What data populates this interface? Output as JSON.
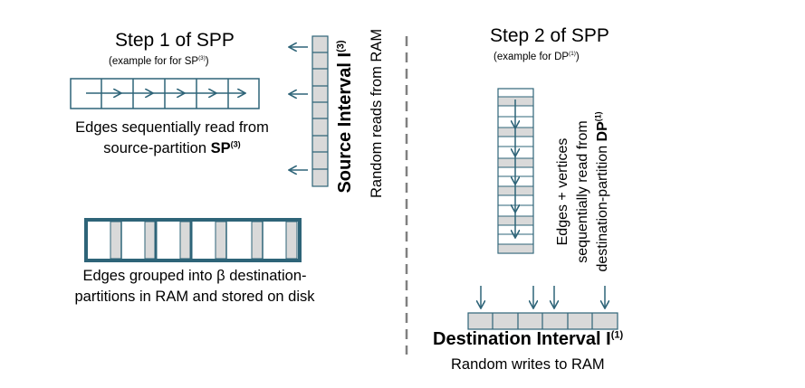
{
  "left": {
    "title": "Step 1 of SPP",
    "subtitle_prefix": "(example for for SP",
    "subtitle_sup": "(3)",
    "subtitle_suffix": ")",
    "caption_line1": "Edges sequentially read from",
    "caption_line2_prefix": "source-partition ",
    "caption_line2_bold": "SP",
    "caption_line2_sup": "(3)",
    "bottom_caption_line1": "Edges grouped into β destination-",
    "bottom_caption_line2": "partitions in RAM and stored on disk"
  },
  "source_interval": {
    "label_bold": "Source Interval I",
    "label_sup": "(3)",
    "sub_label": "Random reads from RAM"
  },
  "right": {
    "title": "Step 2 of SPP",
    "subtitle_prefix": "(example for DP",
    "subtitle_sup": "(1)",
    "subtitle_suffix": ")",
    "vertical_line1": "Edges + vertices",
    "vertical_line2": "sequentially read from",
    "vertical_line3_prefix": "destination-partition ",
    "vertical_line3_bold": "DP",
    "vertical_line3_sup": "(1)"
  },
  "destination_interval": {
    "label_bold": "Destination Interval I",
    "label_sup": "(1)",
    "sub_label": "Random writes to RAM"
  },
  "colors": {
    "teal": "#2e6478",
    "gray_fill": "#d9d9d9",
    "divider": "#808080"
  }
}
